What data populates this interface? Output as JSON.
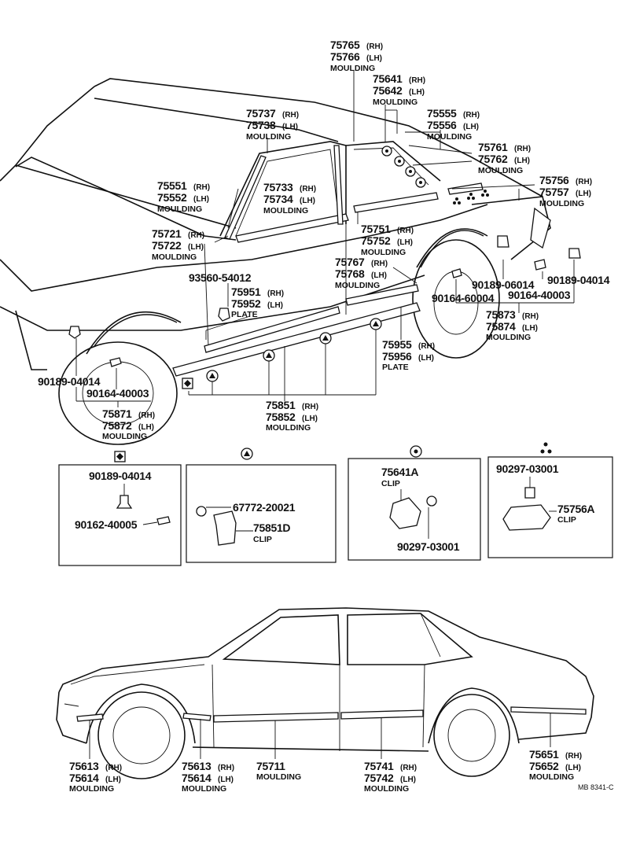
{
  "callouts": [
    {
      "num": "75765",
      "side": "(RH)"
    },
    {
      "num": "75766",
      "side": "(LH)",
      "desc": "MOULDING"
    },
    {
      "num": "75641",
      "side": "(RH)"
    },
    {
      "num": "75642",
      "side": "(LH)",
      "desc": "MOULDING"
    },
    {
      "num": "75555",
      "side": "(RH)"
    },
    {
      "num": "75556",
      "side": "(LH)",
      "desc": "MOULDING"
    },
    {
      "num": "75737",
      "side": "(RH)"
    },
    {
      "num": "75738",
      "side": "(LH)",
      "desc": "MOULDING"
    },
    {
      "num": "75761",
      "side": "(RH)"
    },
    {
      "num": "75762",
      "side": "(LH)",
      "desc": "MOULDING"
    },
    {
      "num": "75551",
      "side": "(RH)"
    },
    {
      "num": "75552",
      "side": "(LH)",
      "desc": "MOULDING"
    },
    {
      "num": "75733",
      "side": "(RH)"
    },
    {
      "num": "75734",
      "side": "(LH)",
      "desc": "MOULDING"
    },
    {
      "num": "75756",
      "side": "(RH)"
    },
    {
      "num": "75757",
      "side": "(LH)",
      "desc": "MOULDING"
    },
    {
      "num": "75721",
      "side": "(RH)"
    },
    {
      "num": "75722",
      "side": "(LH)",
      "desc": "MOULDING"
    },
    {
      "num": "75751",
      "side": "(RH)"
    },
    {
      "num": "75752",
      "side": "(LH)",
      "desc": "MOULDING"
    },
    {
      "num": "75767",
      "side": "(RH)"
    },
    {
      "num": "75768",
      "side": "(LH)",
      "desc": "MOULDING"
    },
    {
      "num": "93560-54012"
    },
    {
      "num": "75951",
      "side": "(RH)"
    },
    {
      "num": "75952",
      "side": "(LH)",
      "desc": "PLATE"
    },
    {
      "num": "90189-06014"
    },
    {
      "num": "90189-04014"
    },
    {
      "num": "90164-60004"
    },
    {
      "num": "90164-40003"
    },
    {
      "num": "75873",
      "side": "(RH)"
    },
    {
      "num": "75874",
      "side": "(LH)",
      "desc": "MOULDING"
    },
    {
      "num": "75955",
      "side": "(RH)"
    },
    {
      "num": "75956",
      "side": "(LH)",
      "desc": "PLATE"
    },
    {
      "num": "90189-04014"
    },
    {
      "num": "90164-40003"
    },
    {
      "num": "75851",
      "side": "(RH)"
    },
    {
      "num": "75852",
      "side": "(LH)",
      "desc": "MOULDING"
    },
    {
      "num": "75871",
      "side": "(RH)"
    },
    {
      "num": "75872",
      "side": "(LH)",
      "desc": "MOULDING"
    }
  ],
  "detail_boxes": {
    "box1": {
      "symbol": "diamond",
      "a": "90189-04014",
      "b": "90162-40005"
    },
    "box2": {
      "symbol": "triangle",
      "a": "67772-20021",
      "b": "75851D",
      "b_desc": "CLIP"
    },
    "box3": {
      "symbol": "circle-dot",
      "a": "75641A",
      "a_desc": "CLIP",
      "b": "90297-03001"
    },
    "box4": {
      "symbol": "three-dots",
      "a": "90297-03001",
      "b": "75756A",
      "b_desc": "CLIP"
    }
  },
  "lower": [
    {
      "num": "75613",
      "side": "(RH)"
    },
    {
      "num": "75614",
      "side": "(LH)",
      "desc": "MOULDING"
    },
    {
      "num": "75613",
      "side": "(RH)"
    },
    {
      "num": "75614",
      "side": "(LH)",
      "desc": "MOULDING"
    },
    {
      "num": "75711",
      "desc": "MOULDING"
    },
    {
      "num": "75741",
      "side": "(RH)"
    },
    {
      "num": "75742",
      "side": "(LH)",
      "desc": "MOULDING"
    },
    {
      "num": "75651",
      "side": "(RH)"
    },
    {
      "num": "75652",
      "side": "(LH)",
      "desc": "MOULDING"
    }
  ],
  "footer_code": "MB 8341-C"
}
